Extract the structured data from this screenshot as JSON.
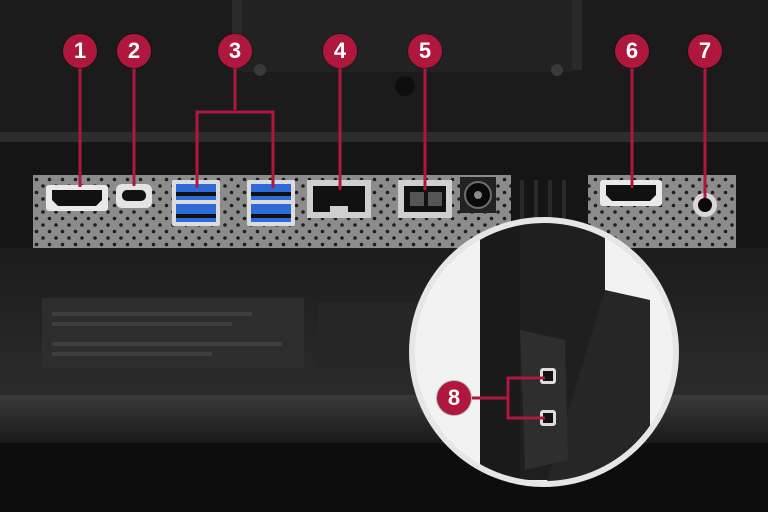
{
  "colors": {
    "callout": "#b0173c",
    "leader_line": "#b0173c",
    "port_panel": "#8a8a8a",
    "monitor_body": "#242424",
    "usb_blue": "#2d6bd8"
  },
  "callouts": [
    {
      "id": "c1",
      "label": "1",
      "port": "hdmi-port"
    },
    {
      "id": "c2",
      "label": "2",
      "port": "usb-c-port"
    },
    {
      "id": "c3",
      "label": "3",
      "port": "usb-a-ports"
    },
    {
      "id": "c4",
      "label": "4",
      "port": "ethernet-port"
    },
    {
      "id": "c5",
      "label": "5",
      "port": "sfp-port"
    },
    {
      "id": "c6",
      "label": "6",
      "port": "hdmi-port-2"
    },
    {
      "id": "c7",
      "label": "7",
      "port": "audio-jack"
    },
    {
      "id": "c8",
      "label": "8",
      "port": "side-usb-ports"
    }
  ],
  "icons": [
    "hdmi-icon",
    "usb-c-icon",
    "usb-a-icon",
    "ethernet-icon",
    "sfp-icon",
    "dc-power-icon",
    "audio-jack-icon",
    "micro-usb-icon"
  ]
}
